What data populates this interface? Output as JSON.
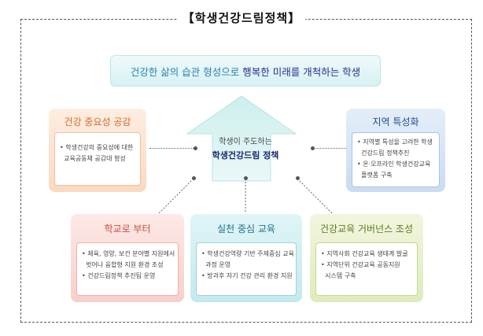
{
  "title": "【학생건강드림정책】",
  "vision": {
    "part1": "건강한 삶의 습관 형성으로",
    "part2": "행복한 미래를 개척하는 학생"
  },
  "center": {
    "line1": "학생이 주도하는",
    "line2": "학생건강드림 정책"
  },
  "cards": {
    "left": {
      "heading": "건강 중요성 공감",
      "items": [
        "학생건강의 중요성에 대한",
        "교육공동체 공감대 형성"
      ]
    },
    "right": {
      "heading": "지역 특성화",
      "items": [
        "지역별 특성을 고려한 학생",
        "건강드림 정책추진",
        "온·오프라인 학생건강교육",
        "플랫폼 구축"
      ]
    },
    "school": {
      "heading": "학교로 부터",
      "items": [
        "체육, 영양, 보건 분야별 지원에서",
        "벗어나 융합형 지원 환경 조성",
        "건강드림정책 추진팀 운영"
      ]
    },
    "practice": {
      "heading": "실천 중심 교육",
      "items": [
        "학생건강역량 기반 주제중심 교육",
        "과정 운영",
        "방과후 자기 건강 관리 환경 지원"
      ]
    },
    "governance": {
      "heading": "건강교육 거버넌스 조성",
      "items": [
        "지역사회 건강교육 생태계 발굴",
        "지역단위 건강교육 공동지원",
        "시스템 구축"
      ]
    }
  },
  "colors": {
    "banner_text": "#2b7fb0",
    "banner_strong": "#2b2b8c",
    "orange": "#d86a28",
    "blue": "#1f4c8f",
    "pink": "#cf4a3c",
    "teal": "#1e6f8a",
    "green": "#5b7a1c"
  }
}
